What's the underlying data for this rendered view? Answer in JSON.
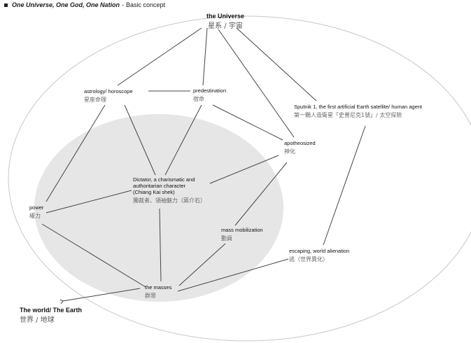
{
  "header": {
    "title": "One Universe, One God, One Nation",
    "separator": "-",
    "subtitle": "Basic concept"
  },
  "nodes": {
    "universe": {
      "label": "the Universe",
      "sub": "星系 / 宇宙"
    },
    "astrology": {
      "label": "astrology/ horoscope",
      "sub": "星座命理"
    },
    "predestination": {
      "label": "predestination",
      "sub": "宿命"
    },
    "sputnik": {
      "label": "Sputnik 1,  the first artificial Earth satellite/ human agent",
      "sub": "第一顆人造衛星「史普尼克1號」/ 太空探險"
    },
    "apotheosized": {
      "label": "apotheosized",
      "sub": "神化"
    },
    "dictator": {
      "lines": [
        "Dictator, a charismatic and",
        "authoritarian character",
        "(Chiang Kai shek)"
      ],
      "sub": "獨裁者、領袖魅力（蔣介石）"
    },
    "power": {
      "label": "power",
      "sub": "權力"
    },
    "mass_mobilization": {
      "label": "mass mobilization",
      "sub": "動員"
    },
    "escaping": {
      "label": "escaping, world alienation",
      "sub": "逃（世界異化）"
    },
    "masses": {
      "label": "the masses",
      "sub": "群眾"
    },
    "world": {
      "label": "The world/ The Earth",
      "sub": "世界 / 地球"
    }
  },
  "colors": {
    "line": "#444444",
    "inner_ellipse_fill": "#e6e6e6",
    "outer_ellipse_stroke": "#c8c8c8",
    "text": "#111111",
    "sub_text": "#666666"
  }
}
